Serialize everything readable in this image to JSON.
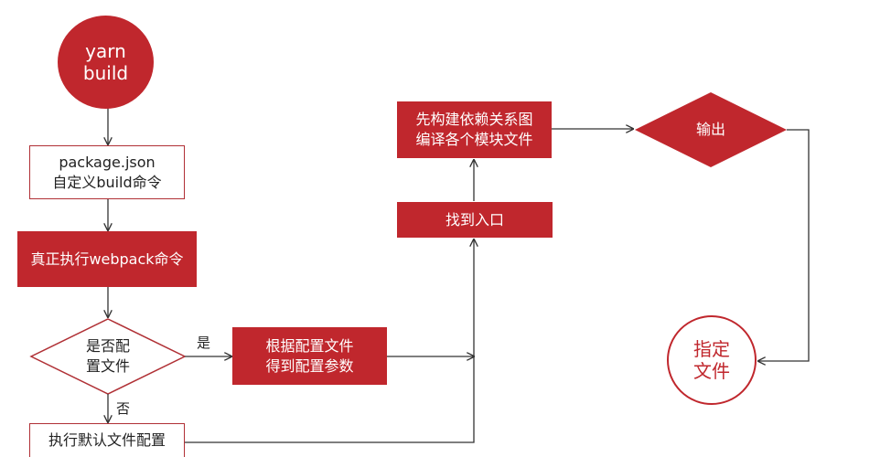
{
  "diagram": {
    "nodes": {
      "start": "yarn\nbuild",
      "package_json": "package.json\n自定义build命令",
      "run_webpack": "真正执行webpack命令",
      "has_config": "是否配\n置文件",
      "read_config": "根据配置文件\n得到配置参数",
      "default_config": "执行默认文件配置",
      "find_entry": "找到入口",
      "build_graph": "先构建依赖关系图\n编译各个模块文件",
      "output": "输出",
      "target_file": "指定\n文件"
    },
    "edge_labels": {
      "yes": "是",
      "no": "否"
    },
    "colors": {
      "accent": "#c0272d",
      "line": "#333333"
    }
  }
}
